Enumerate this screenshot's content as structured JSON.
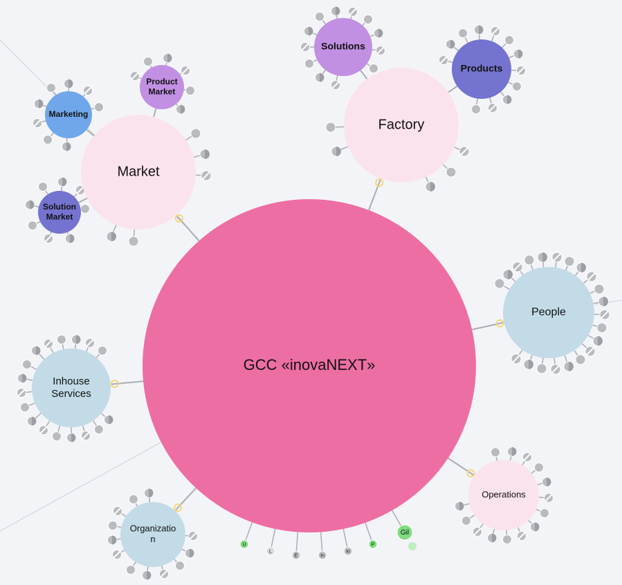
{
  "diagram": {
    "title": "GCC «inovaNEXT»",
    "nodes": [
      {
        "id": "gcc",
        "label_lines": [
          "GCC «inovaNEXT»"
        ],
        "color": "#ed6ea3",
        "kind": "root"
      },
      {
        "id": "market",
        "label_lines": [
          "Market"
        ],
        "color": "#fbe3ee",
        "kind": "group"
      },
      {
        "id": "factory",
        "label_lines": [
          "Factory"
        ],
        "color": "#fbe3ee",
        "kind": "group"
      },
      {
        "id": "people",
        "label_lines": [
          "People"
        ],
        "color": "#c2dbe7",
        "kind": "group"
      },
      {
        "id": "inhouse",
        "label_lines": [
          "Inhouse",
          "Services"
        ],
        "color": "#c2dbe7",
        "kind": "group"
      },
      {
        "id": "organization",
        "label_lines": [
          "Organizatio",
          "n"
        ],
        "color": "#c2dbe7",
        "kind": "group"
      },
      {
        "id": "operations",
        "label_lines": [
          "Operations"
        ],
        "color": "#fbe3ee",
        "kind": "group"
      },
      {
        "id": "solutions",
        "label_lines": [
          "Solutions"
        ],
        "color": "#c190e2",
        "kind": "sub"
      },
      {
        "id": "products",
        "label_lines": [
          "Products"
        ],
        "color": "#7473cf",
        "kind": "sub"
      },
      {
        "id": "marketing",
        "label_lines": [
          "Marketing"
        ],
        "color": "#6fa7ea",
        "kind": "sub"
      },
      {
        "id": "product-market",
        "label_lines": [
          "Product",
          "Market"
        ],
        "color": "#c190e2",
        "kind": "sub"
      },
      {
        "id": "solution-market",
        "label_lines": [
          "Solution",
          "Market"
        ],
        "color": "#7473cf",
        "kind": "sub"
      }
    ],
    "edges": [
      [
        "gcc",
        "market"
      ],
      [
        "gcc",
        "factory"
      ],
      [
        "gcc",
        "people"
      ],
      [
        "gcc",
        "inhouse"
      ],
      [
        "gcc",
        "organization"
      ],
      [
        "gcc",
        "operations"
      ],
      [
        "factory",
        "solutions"
      ],
      [
        "factory",
        "products"
      ],
      [
        "market",
        "marketing"
      ],
      [
        "market",
        "product-market"
      ],
      [
        "market",
        "solution-market"
      ]
    ],
    "bottom_leaves": [
      {
        "text": "U",
        "color": "#7fdc7f"
      },
      {
        "text": "L",
        "color": "#d9dadd"
      },
      {
        "text": "E",
        "color": "#bfc1c5"
      },
      {
        "text": "In",
        "color": "#bfc1c5"
      },
      {
        "text": "In",
        "color": "#bfc1c5"
      },
      {
        "text": "P",
        "color": "#7fdc7f"
      },
      {
        "text": "Gil",
        "color": "#7fdc7f"
      }
    ],
    "colors": {
      "background": "#f3f4f8",
      "edge": "#a9acb3",
      "leaf": "#b9bbbf",
      "connector_marker": "#f3d77a"
    }
  }
}
